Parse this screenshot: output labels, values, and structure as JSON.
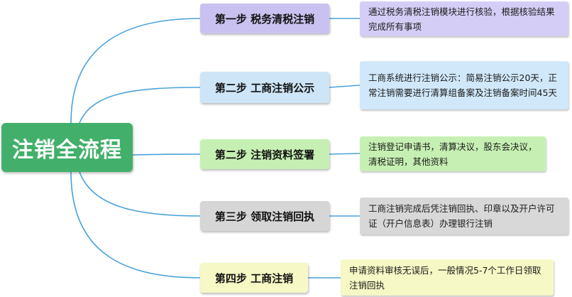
{
  "root": {
    "label": "注销全流程"
  },
  "steps": [
    {
      "label": "第一步 税务清税注销",
      "desc": "通过税务清税注销模块进行核验，根据核验结果完成所有事项"
    },
    {
      "label": "第二步 工商注销公示",
      "desc": "工商系统进行注销公示：简易注销公示20天，正常注销需要进行清算组备案及注销备案时间45天"
    },
    {
      "label": "第二步 注销资料签署",
      "desc": "注销登记申请书，清算决议，股东会决议，清税证明，其他资料"
    },
    {
      "label": "第三步 领取注销回执",
      "desc": "工商注销完成后凭注销回执、印章以及开户许可证（开户信息表）办理银行注销"
    },
    {
      "label": "第四步  工商注销",
      "desc": "申请资料审核无误后，一般情况5-7个工作日领取注销回执"
    }
  ],
  "colors": {
    "root": "#42b06a",
    "connector": "#4aa3d8",
    "step1": "#c9c2f0",
    "step2": "#cde5f7",
    "step3": "#c6f0b3",
    "step4": "#d6d6d6",
    "step5": "#f6f8c5"
  }
}
